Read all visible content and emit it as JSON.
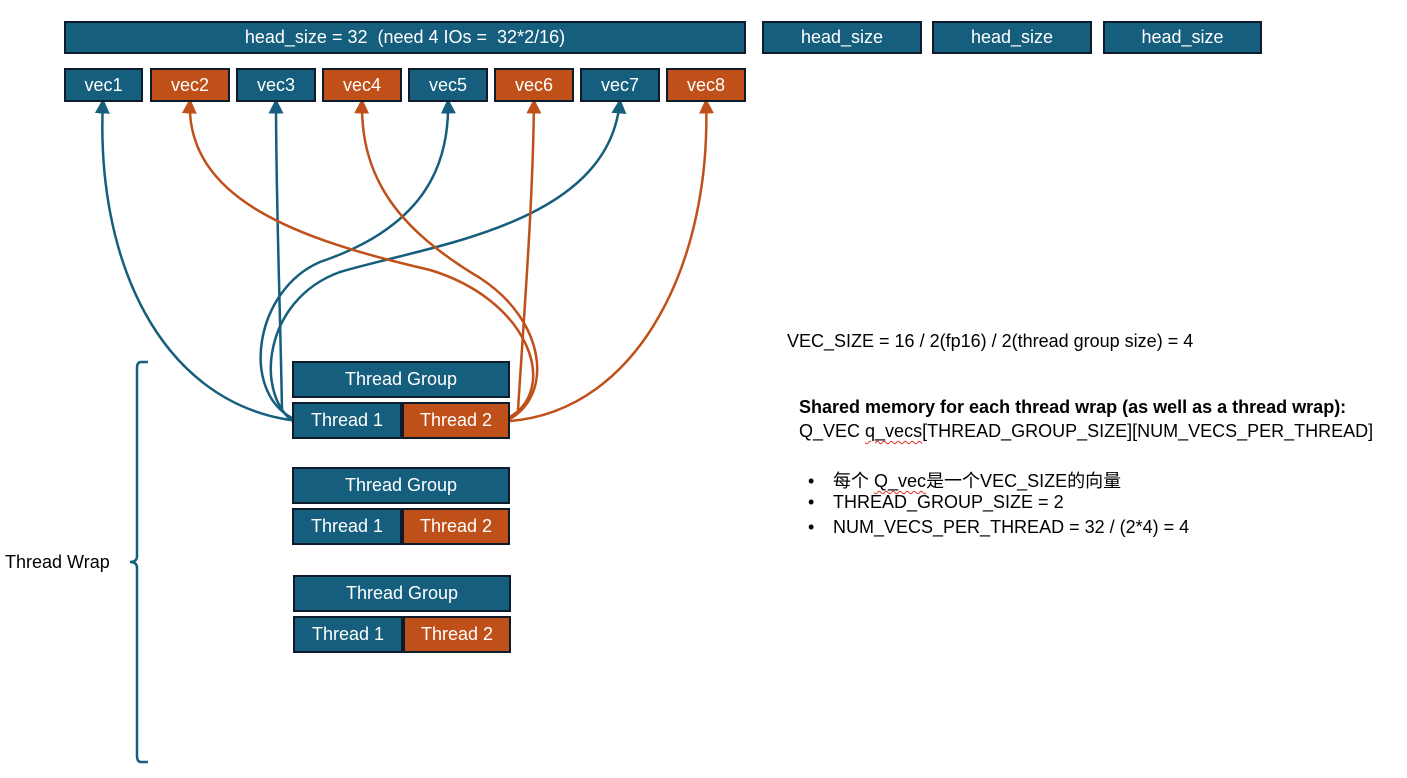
{
  "head_size": {
    "main_label": "head_size = 32  (need 4 IOs =  32*2/16)",
    "extra_labels": [
      "head_size",
      "head_size",
      "head_size"
    ]
  },
  "vectors": [
    {
      "label": "vec1",
      "owner": "Thread 1"
    },
    {
      "label": "vec2",
      "owner": "Thread 2"
    },
    {
      "label": "vec3",
      "owner": "Thread 1"
    },
    {
      "label": "vec4",
      "owner": "Thread 2"
    },
    {
      "label": "vec5",
      "owner": "Thread 1"
    },
    {
      "label": "vec6",
      "owner": "Thread 2"
    },
    {
      "label": "vec7",
      "owner": "Thread 1"
    },
    {
      "label": "vec8",
      "owner": "Thread 2"
    }
  ],
  "thread_groups": [
    {
      "title": "Thread Group",
      "threads": [
        "Thread 1",
        "Thread 2"
      ]
    },
    {
      "title": "Thread Group",
      "threads": [
        "Thread 1",
        "Thread 2"
      ]
    },
    {
      "title": "Thread Group",
      "threads": [
        "Thread 1",
        "Thread 2"
      ]
    }
  ],
  "thread_wrap_label": "Thread Wrap",
  "vec_size_formula": "VEC_SIZE = 16 / 2(fp16) / 2(thread group size) = 4",
  "shared_memory": {
    "heading": "Shared memory for each thread wrap (as well as a thread wrap):",
    "declaration_prefix": "Q_VEC ",
    "declaration_flagged_word": "q_vecs",
    "declaration_suffix": "[THREAD_GROUP_SIZE][NUM_VECS_PER_THREAD]",
    "bullet_symbol": "•",
    "bullet_1_prefix": "每个 ",
    "bullet_1_flagged_word": "Q_vec",
    "bullet_1_suffix": "是一个VEC_SIZE的向量",
    "bullet_2": "THREAD_GROUP_SIZE = 2",
    "bullet_3": "NUM_VECS_PER_THREAD = 32 / (2*4) = 4"
  },
  "colors": {
    "thread_1_blue": "#155e7d",
    "thread_2_orange": "#c0501a",
    "box_border": "#0d1b2a",
    "spellcheck_underline": "#d93025"
  }
}
